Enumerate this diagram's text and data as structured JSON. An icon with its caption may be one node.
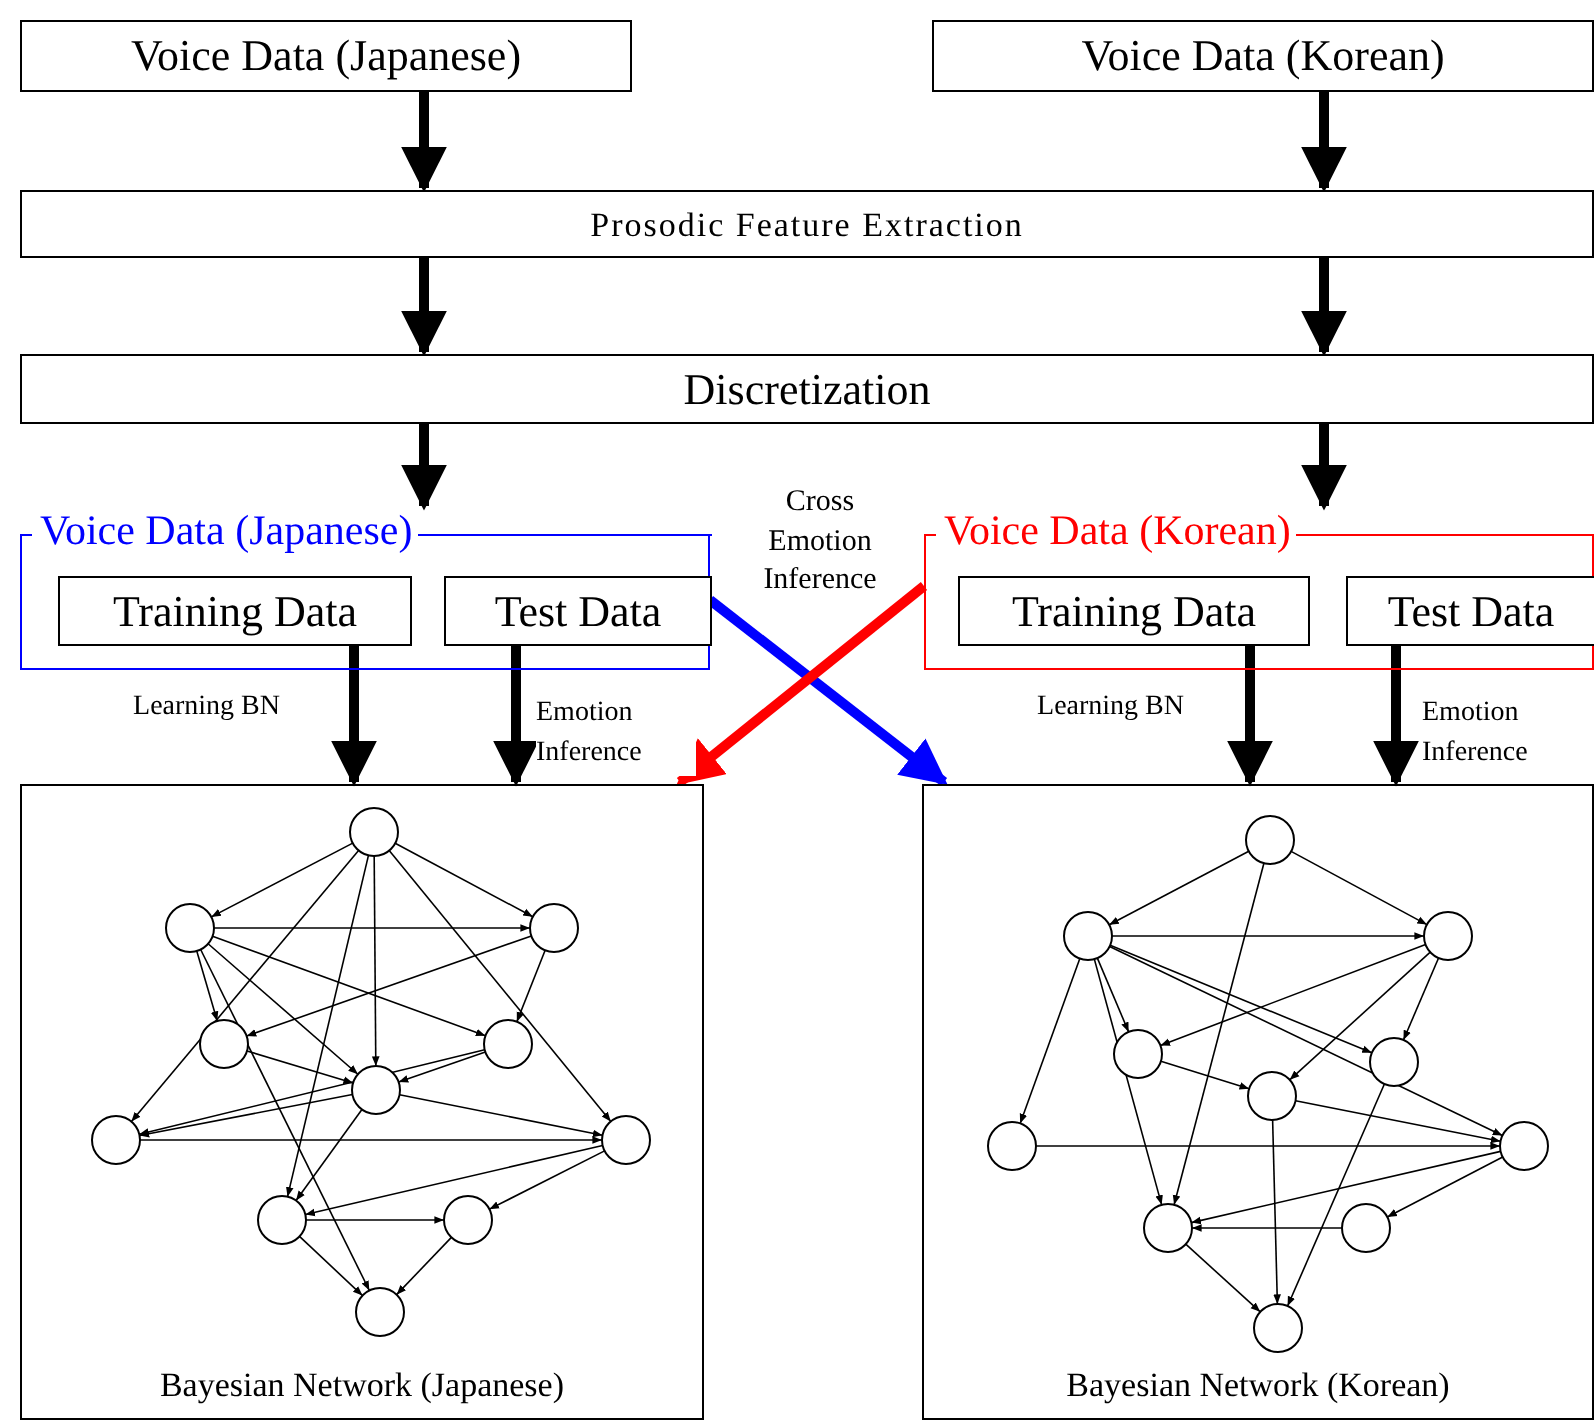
{
  "diagram": {
    "nodes": [
      {
        "text": [
          "Voice Data (Japanese)"
        ]
      },
      {
        "text": [
          "Voice Data (Korean)"
        ]
      },
      {
        "text": [
          "Prosodic Feature Extraction"
        ]
      },
      {
        "text": [
          "Discretization"
        ]
      },
      {
        "text": [
          "Voice Data (Japanese)"
        ]
      },
      {
        "text": [
          "Training Data"
        ],
        "in": 4
      },
      {
        "text": [
          "Test Data"
        ],
        "in": 4
      },
      {
        "text": [
          "Voice Data (Korean)"
        ]
      },
      {
        "text": [
          "Training Data"
        ],
        "in": 7
      },
      {
        "text": [
          "Test Data"
        ],
        "in": 7
      },
      {
        "text": [
          "Bayesian Network (Japanese)"
        ]
      },
      {
        "text": [
          "Bayesian Network (Korean)"
        ]
      }
    ],
    "edges": [
      {
        "from": 0,
        "to": 2,
        "arrow": "to"
      },
      {
        "from": 1,
        "to": 2,
        "arrow": "to"
      },
      {
        "from": 2,
        "to": 3,
        "arrow": "to"
      },
      {
        "from": 2,
        "to": 3,
        "arrow": "to"
      },
      {
        "from": 3,
        "to": 4,
        "arrow": "to"
      },
      {
        "from": 3,
        "to": 7,
        "arrow": "to"
      },
      {
        "from": 5,
        "to": 10,
        "arrow": "to",
        "label": "Learning BN"
      },
      {
        "from": 6,
        "to": 10,
        "arrow": "to",
        "label": "Emotion Inference"
      },
      {
        "from": 8,
        "to": 11,
        "arrow": "to",
        "label": "Learning BN"
      },
      {
        "from": 9,
        "to": 11,
        "arrow": "to",
        "label": "Emotion Inference"
      },
      {
        "from": 4,
        "to": 11,
        "arrow": "to",
        "color": "#0000ff"
      },
      {
        "from": 7,
        "to": 10,
        "arrow": "to",
        "color": "#ff0000"
      }
    ],
    "labels": [
      "Cross Emotion Inference"
    ]
  }
}
